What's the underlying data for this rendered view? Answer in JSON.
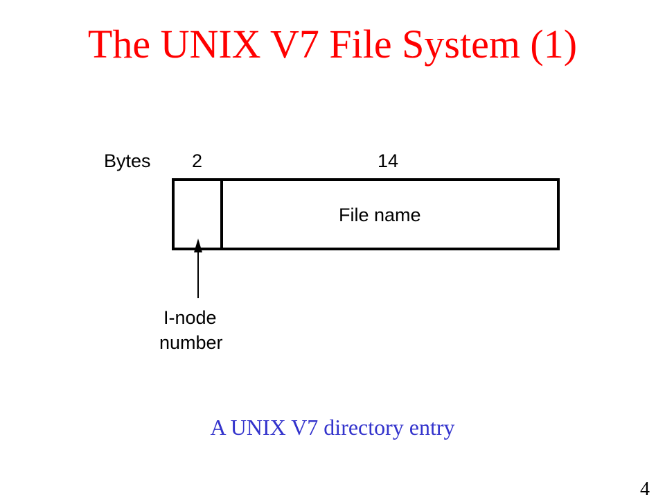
{
  "title": "The UNIX V7 File System (1)",
  "colors": {
    "title": "#ff0000",
    "caption": "#3333cc",
    "diagram": "#000000"
  },
  "diagram": {
    "bytes_label": "Bytes",
    "fields": [
      {
        "size": "2",
        "label": ""
      },
      {
        "size": "14",
        "label": "File name"
      }
    ],
    "pointer_label_line1": "I-node",
    "pointer_label_line2": "number"
  },
  "caption": "A UNIX V7 directory entry",
  "slide_number": "4"
}
